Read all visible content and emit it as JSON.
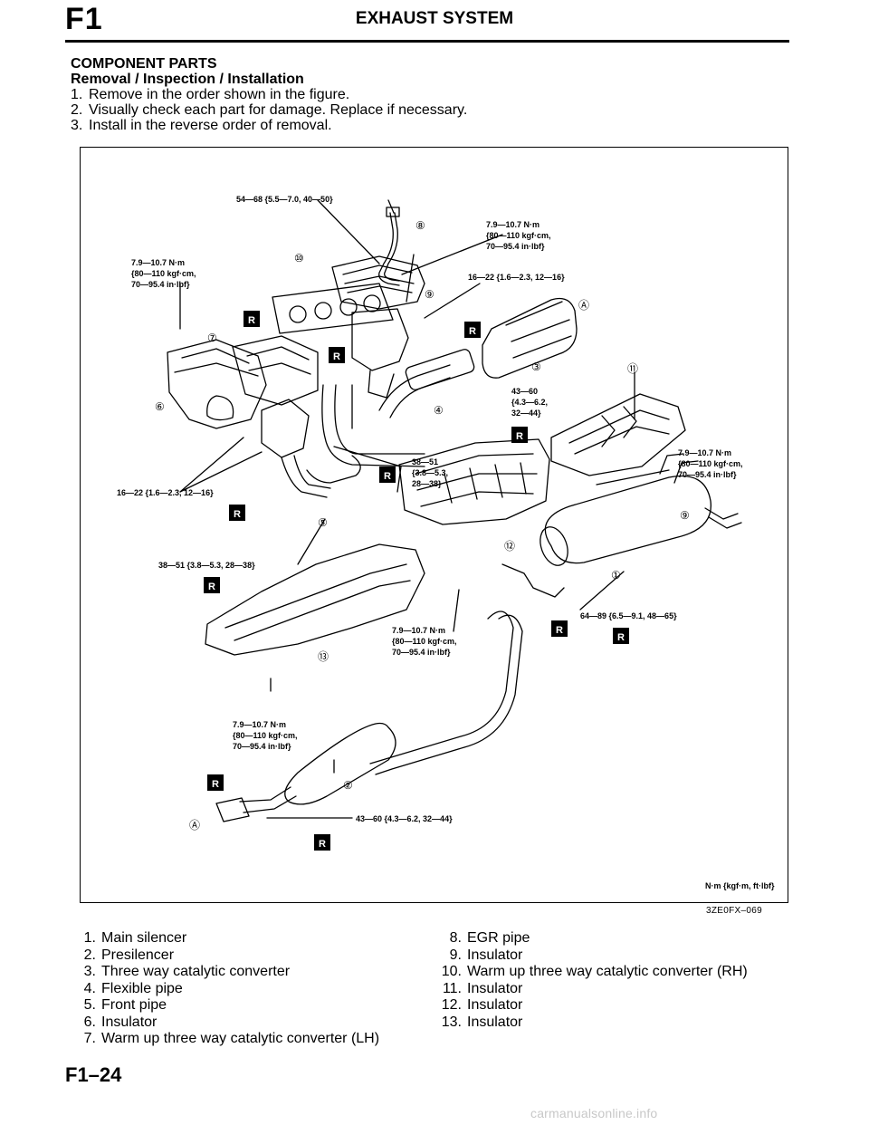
{
  "header": {
    "section": "F1",
    "title": "EXHAUST SYSTEM"
  },
  "intro": {
    "heading": "COMPONENT PARTS",
    "subheading": "Removal / Inspection / Installation",
    "steps": [
      {
        "n": "1.",
        "text": "Remove in the order shown in the figure."
      },
      {
        "n": "2.",
        "text": "Visually check each part for damage. Replace if necessary."
      },
      {
        "n": "3.",
        "text": "Install in the reverse order of removal."
      }
    ]
  },
  "figure": {
    "code": "3ZE0FX–069",
    "units_note": "N·m {kgf·m, ft·lbf}",
    "replace_badge": "R",
    "torque_labels": {
      "t_top": "54—68 {5.5—7.0, 40—50}",
      "t_egr_1": "7.9—10.7 N·m",
      "t_egr_2": "{80—110 kgf·cm,",
      "t_egr_3": "70—95.4 in·lbf}",
      "t_left_1": "7.9—10.7 N·m",
      "t_left_2": "{80—110 kgf·cm,",
      "t_left_3": "70—95.4 in·lbf}",
      "t_mid": "16—22 {1.6—2.3, 12—16}",
      "t_cat_1": "43—60",
      "t_cat_2": "{4.3—6.2,",
      "t_cat_3": "32—44}",
      "t_right_1": "7.9—10.7 N·m",
      "t_right_2": "{80—110 kgf·cm,",
      "t_right_3": "70—95.4 in·lbf}",
      "t_flex_1": "38—51",
      "t_flex_2": "{3.8—5.3,",
      "t_flex_3": "28—38}",
      "t_leftlow": "16—22 {1.6—2.3, 12—16}",
      "t_front": "38—51 {3.8—5.3, 28—38}",
      "t_ins13_1": "7.9—10.7 N·m",
      "t_ins13_2": "{80—110 kgf·cm,",
      "t_ins13_3": "70—95.4 in·lbf}",
      "t_silencer": "64—89 {6.5—9.1, 48—65}",
      "t_bot_1": "7.9—10.7 N·m",
      "t_bot_2": "{80—110 kgf·cm,",
      "t_bot_3": "70—95.4 in·lbf}",
      "t_bottom": "43—60 {4.3—6.2, 32—44}"
    },
    "callouts": {
      "c1": "①",
      "c2": "②",
      "c3": "③",
      "c4": "④",
      "c5": "⑤",
      "c6": "⑥",
      "c7": "⑦",
      "c8": "⑧",
      "c9": "⑨",
      "c10": "⑩",
      "c11": "⑪",
      "c12": "⑫",
      "c13": "⑬",
      "cA": "Ⓐ"
    }
  },
  "parts_left": [
    {
      "n": "1.",
      "name": "Main silencer"
    },
    {
      "n": "2.",
      "name": "Presilencer"
    },
    {
      "n": "3.",
      "name": "Three way catalytic converter"
    },
    {
      "n": "4.",
      "name": "Flexible pipe"
    },
    {
      "n": "5.",
      "name": "Front pipe"
    },
    {
      "n": "6.",
      "name": "Insulator"
    },
    {
      "n": "7.",
      "name": "Warm up three way catalytic converter (LH)"
    }
  ],
  "parts_right": [
    {
      "n": "8.",
      "name": "EGR pipe"
    },
    {
      "n": "9.",
      "name": "Insulator"
    },
    {
      "n": "10.",
      "name": "Warm up three way catalytic converter (RH)"
    },
    {
      "n": "11.",
      "name": "Insulator"
    },
    {
      "n": "12.",
      "name": "Insulator"
    },
    {
      "n": "13.",
      "name": "Insulator"
    }
  ],
  "footer": {
    "page": "F1–24"
  },
  "watermark": "carmanualsonline.info"
}
